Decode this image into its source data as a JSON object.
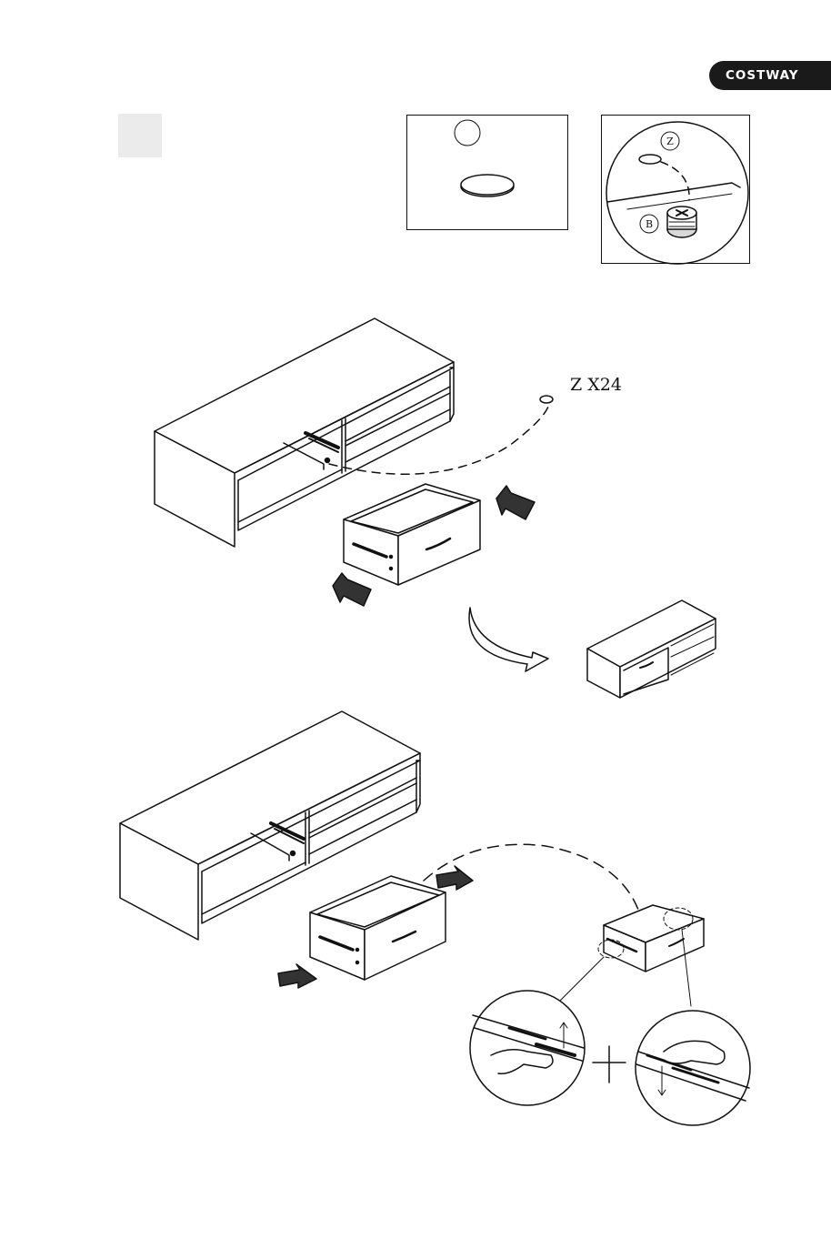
{
  "brand": {
    "name": "COSTWAY"
  },
  "parts": {
    "z_label": "Z",
    "b_label": "B"
  },
  "hardware": {
    "quantity_label": "Z X24"
  }
}
